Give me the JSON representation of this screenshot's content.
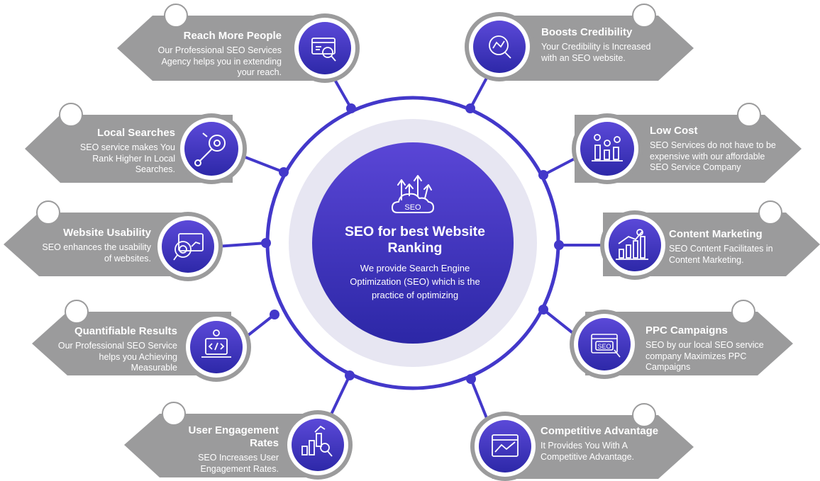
{
  "center": {
    "title": "SEO for best Website Ranking",
    "description": "We provide Search Engine Optimization (SEO) which is the practice of optimizing",
    "logo_text": "SEO",
    "icon": "seo-cloud-growth-icon"
  },
  "colors": {
    "card_gray": "#9b9b9c",
    "connector_purple": "#4338ca",
    "center_gradient_top": "#5a46d6",
    "center_gradient_bottom": "#2c27a6",
    "halo": "#e7e6f2"
  },
  "items": [
    {
      "title": "Reach More People",
      "description": "Our Professional SEO Services Agency helps you in extending your reach.",
      "icon": "website-settings-search-icon"
    },
    {
      "title": "Local Searches",
      "description": "SEO service makes You Rank Higher In Local Searches.",
      "icon": "wrench-gear-icon"
    },
    {
      "title": "Website Usability",
      "description": "SEO enhances the usability of websites.",
      "icon": "usability-target-icon"
    },
    {
      "title": "Quantifiable Results",
      "description": "Our Professional SEO Service helps you Achieving Measurable",
      "icon": "code-laptop-icon"
    },
    {
      "title": "User Engagement Rates",
      "description": "SEO Increases User Engagement Rates.",
      "icon": "bar-chart-search-icon"
    },
    {
      "title": "Boosts Credibility",
      "description": "Your Credibility is Increased with an SEO website.",
      "icon": "credibility-analytics-icon"
    },
    {
      "title": "Low Cost",
      "description": "SEO Services do not have to be expensive with our affordable SEO Service Company",
      "icon": "low-cost-bars-icon"
    },
    {
      "title": "Content Marketing",
      "description": "SEO Content Facilitates in Content Marketing.",
      "icon": "content-growth-icon"
    },
    {
      "title": "PPC Campaigns",
      "description": "SEO by our local SEO service company Maximizes PPC Campaigns",
      "icon": "ppc-seo-window-icon"
    },
    {
      "title": "Competitive Advantage",
      "description": "It Provides You With A Competitive Advantage.",
      "icon": "competitive-chart-window-icon"
    }
  ]
}
